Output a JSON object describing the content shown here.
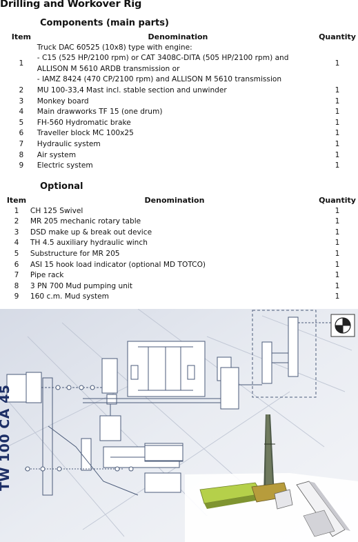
{
  "page_title": "Drilling and Workover Rig",
  "components": {
    "title": "Components (main parts)",
    "headers": {
      "item": "Item",
      "denomination": "Denomination",
      "quantity": "Quantity"
    },
    "rows": [
      {
        "item": "1",
        "lines": [
          "Truck DAC 60525 (10x8) type with engine:",
          "- C15 (525 HP/2100 rpm) or CAT 3408C-DITA (505 HP/2100 rpm) and",
          "ALLISON M 5610 ARDB transmission or",
          "- IAMZ 8424 (470 CP/2100 rpm) and ALLISON M 5610 transmission"
        ],
        "quantity": "1"
      },
      {
        "item": "2",
        "lines": [
          "MU 100-33,4 Mast incl. stable section and unwinder"
        ],
        "quantity": "1"
      },
      {
        "item": "3",
        "lines": [
          "Monkey board"
        ],
        "quantity": "1"
      },
      {
        "item": "4",
        "lines": [
          "Main drawworks TF 15 (one drum)"
        ],
        "quantity": "1"
      },
      {
        "item": "5",
        "lines": [
          "FH-560 Hydromatic brake"
        ],
        "quantity": "1"
      },
      {
        "item": "6",
        "lines": [
          "Traveller block MC 100x25"
        ],
        "quantity": "1"
      },
      {
        "item": "7",
        "lines": [
          "Hydraulic system"
        ],
        "quantity": "1"
      },
      {
        "item": "8",
        "lines": [
          "Air system"
        ],
        "quantity": "1"
      },
      {
        "item": "9",
        "lines": [
          "Electric system"
        ],
        "quantity": "1"
      }
    ]
  },
  "optional": {
    "title": "Optional",
    "headers": {
      "item": "Item",
      "denomination": "Denomination",
      "quantity": "Quantity"
    },
    "rows": [
      {
        "item": "1",
        "lines": [
          "CH 125 Swivel"
        ],
        "quantity": "1"
      },
      {
        "item": "2",
        "lines": [
          "MR 205 mechanic rotary table"
        ],
        "quantity": "1"
      },
      {
        "item": "3",
        "lines": [
          "DSD make up & break out device"
        ],
        "quantity": "1"
      },
      {
        "item": "4",
        "lines": [
          "TH 4.5  auxiliary hydraulic winch"
        ],
        "quantity": "1"
      },
      {
        "item": "5",
        "lines": [
          "Substructure for MR 205"
        ],
        "quantity": "1"
      },
      {
        "item": "6",
        "lines": [
          "ASI 15 hook load indicator (optional MD TOTCO)"
        ],
        "quantity": "1"
      },
      {
        "item": "7",
        "lines": [
          "Pipe rack"
        ],
        "quantity": "1"
      },
      {
        "item": "8",
        "lines": [
          "3 PN 700 Mud pumping unit"
        ],
        "quantity": "1"
      },
      {
        "item": "9",
        "lines": [
          "160 c.m. Mud system"
        ],
        "quantity": "1"
      }
    ]
  },
  "side_label": "TW 100 CA 45",
  "colors": {
    "side_label": "#1d2f66",
    "truck_green": "#b5d04a",
    "diagram_line": "#4a5a78"
  }
}
